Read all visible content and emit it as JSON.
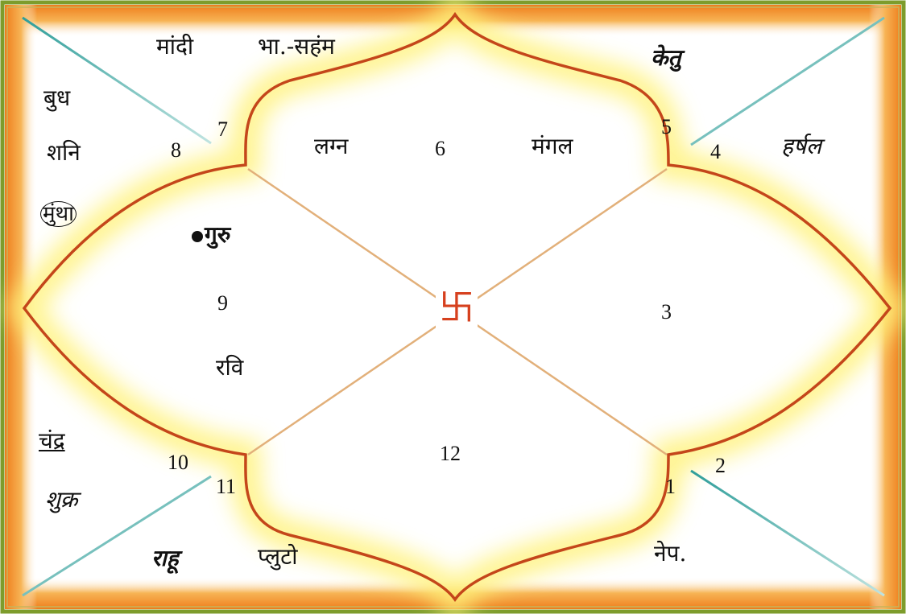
{
  "center_symbol": "卐",
  "house_numbers": {
    "top": "6",
    "top_left_inner": "7",
    "top_left_outer": "8",
    "left": "9",
    "bottom_left_outer": "10",
    "bottom_left_inner": "11",
    "bottom": "12",
    "bottom_right_inner": "1",
    "bottom_right_outer": "2",
    "right": "3",
    "top_right_outer": "4",
    "top_right_inner": "5"
  },
  "planets": {
    "mandi": "मांदी",
    "bha_saham": "भा.-सहंम",
    "ketu": "केतु",
    "budh": "बुध",
    "shani": "शनि",
    "muntha": "मुंथा",
    "guru": "गुरु",
    "lagna": "लग्न",
    "mangal": "मंगल",
    "harshal": "हर्षल",
    "ravi": "रवि",
    "chandra": "चंद्र",
    "shukra": "शुक्र",
    "rahu": "राहू",
    "pluto": "प्लुटो",
    "nep": "नेप."
  },
  "colors": {
    "outer_border": "#7a9a2a",
    "frame_orange": "#f08a24",
    "lotus_stroke": "#c5451a",
    "glow": "#fff27a",
    "diagonal": "#3aa8a0"
  }
}
